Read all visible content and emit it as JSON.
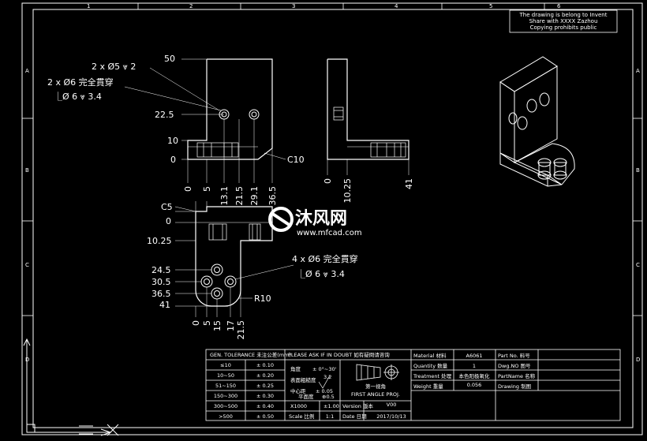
{
  "notice": {
    "line1": "The drawing is belong to Invent",
    "line2": "Share with XXXX Zazhou",
    "line3": "Copying prohibits public"
  },
  "watermark": {
    "cn": "沐风网",
    "url": "www.mfcad.com"
  },
  "frame": {
    "col_numbers": [
      "1",
      "2",
      "3",
      "4",
      "5",
      "6"
    ],
    "row_letters": [
      "A",
      "B",
      "C",
      "D"
    ]
  },
  "front_view": {
    "callout_holes5": "2 x Ø5 ⩔ 2",
    "callout_holes6_a": "2 x Ø6 完全貫穿",
    "callout_holes6_b": "⎿Ø 6 ⩔ 3.4",
    "dims_left": [
      "50",
      "22.5",
      "10",
      "0"
    ],
    "chamfer": "C10",
    "dims_bottom": [
      "0",
      "5",
      "13.1",
      "21.5",
      "29.1",
      "36.5"
    ]
  },
  "side_view": {
    "dims_bottom": [
      "0",
      "10.25",
      "41"
    ]
  },
  "top_view": {
    "chamfer": "C5",
    "dims_left": [
      "0",
      "10.25",
      "24.5",
      "30.5",
      "36.5",
      "41"
    ],
    "callout_a": "4 x Ø6 完全貫穿",
    "callout_b": "⎿Ø 6 ⩔ 3.4",
    "radius": "R10",
    "dims_bottom": [
      "0",
      "5",
      "15",
      "17",
      "21.5"
    ]
  },
  "title_block": {
    "tol_header": "GEN. TOLERANCE 未注公差(mm)",
    "tol_rows": [
      [
        "≤10",
        "± 0.10"
      ],
      [
        "10~50",
        "± 0.20"
      ],
      [
        "51~150",
        "± 0.25"
      ],
      [
        "150~300",
        "± 0.30"
      ],
      [
        "300~500",
        "± 0.40"
      ],
      [
        ">500",
        "± 0.50"
      ]
    ],
    "ask_header": "PLEASE ASK IF IN DOUBT 如有疑問请咨询",
    "angle_label": "角度",
    "angle_value": "± 0°~30'",
    "roughness_label": "表面粗糙度",
    "roughness_value": "3.2",
    "center_label": "中心距",
    "center_value": "± 0.05",
    "flatness_label": "平面度",
    "flatness_value": "⊕0.5",
    "projection_cn": "第一视角",
    "projection_en": "FIRST ANGLE PROJ.",
    "xy_label": "X1000",
    "xy_value": "±1.00",
    "version_label": "Version 版本",
    "version_value": "V00",
    "scale_label": "Scale 比例",
    "scale_value": "1:1",
    "date_label": "Date 日期",
    "date_value": "2017/10/13",
    "material_label": "Material 材料",
    "material_value": "A6061",
    "quantity_label": "Quantity 数量",
    "quantity_value": "1",
    "treatment_label": "Treatment 处理",
    "treatment_value": "本色阳极氧化",
    "weight_label": "Weight 重量",
    "weight_value": "0.056",
    "partno_label": "Part No. 料号",
    "dwgno_label": "Dwg.NO 图号",
    "partname_label": "PartName 名称",
    "drawing_label": "Drawing 制图"
  }
}
